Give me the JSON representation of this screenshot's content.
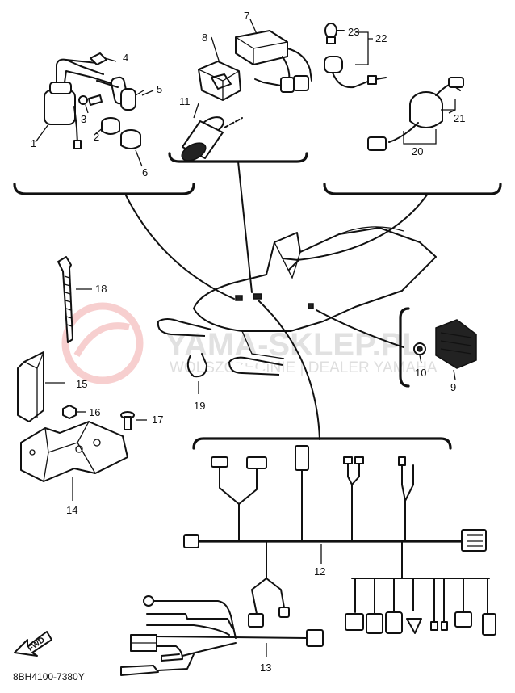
{
  "diagram_code": "8BH4100-7380Y",
  "direction_label": "FWD",
  "watermark": {
    "brand": "YAMA-SKLEP.PL",
    "subline": "WOLSZCZECINIE | DEALER YAMAHA"
  },
  "callouts": {
    "c1": "1",
    "c2": "2",
    "c3": "3",
    "c4": "4",
    "c5": "5",
    "c6": "6",
    "c7": "7",
    "c8": "8",
    "c9": "9",
    "c10": "10",
    "c11": "11",
    "c12": "12",
    "c13": "13",
    "c14": "14",
    "c15": "15",
    "c16": "16",
    "c17": "17",
    "c18": "18",
    "c19": "19",
    "c20": "20",
    "c21": "21",
    "c22": "22",
    "c23": "23"
  }
}
